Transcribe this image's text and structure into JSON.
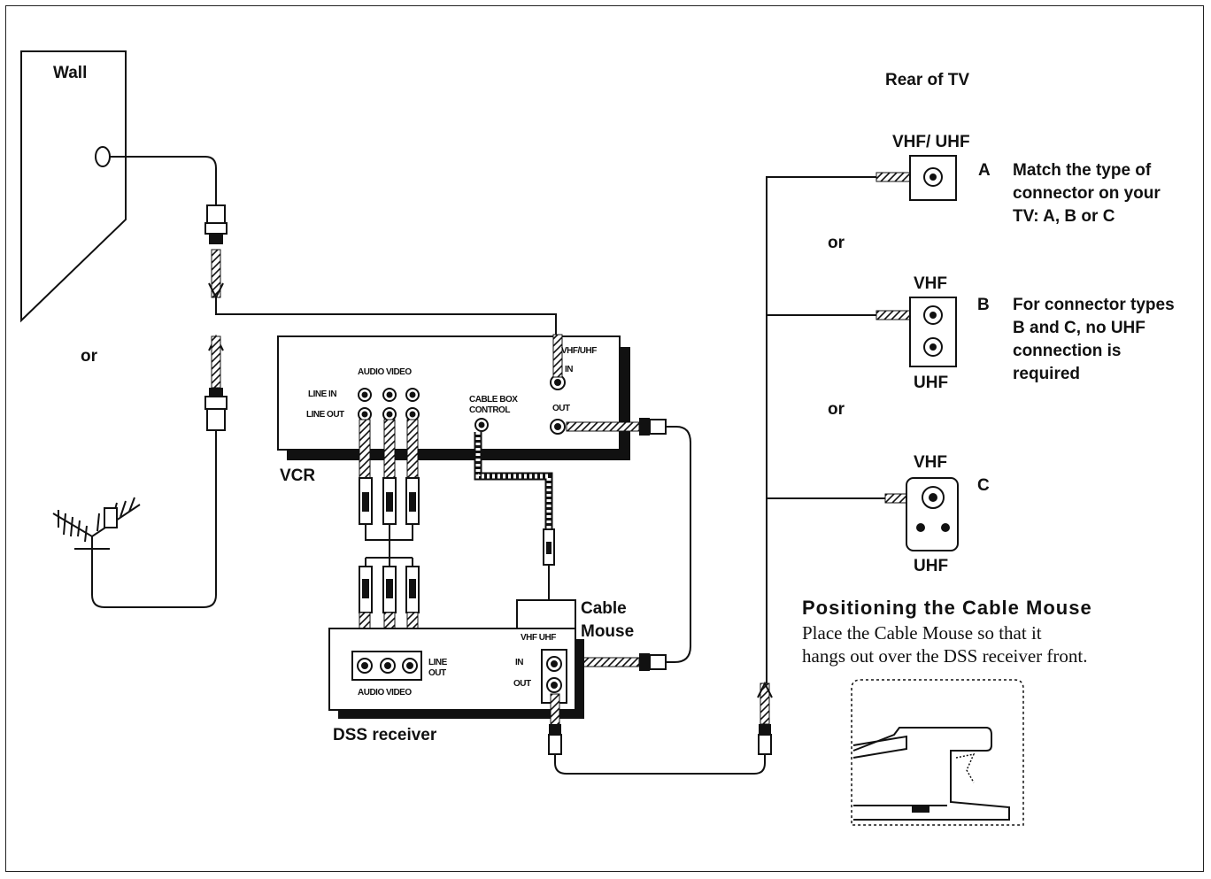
{
  "diagram": {
    "labels": {
      "wall": "Wall",
      "or_antenna": "or",
      "vcr": "VCR",
      "dss_receiver": "DSS receiver",
      "cable_mouse": "Cable\nMouse",
      "rear_of_tv": "Rear of TV",
      "or_1": "or",
      "or_2": "or"
    },
    "vcr_ports": {
      "audio_video": "AUDIO VIDEO",
      "line_in": "LINE IN",
      "line_out": "LINE OUT",
      "cable_box_control": "CABLE BOX\nCONTROL",
      "vhf_uhf": "VHF/UHF",
      "in": "IN",
      "out": "OUT"
    },
    "dss_ports": {
      "vhf_uhf": "VHF UHF",
      "line_out": "LINE\nOUT",
      "audio_video": "AUDIO VIDEO",
      "in": "IN",
      "out": "OUT"
    },
    "tv_connectors": [
      {
        "letter": "A",
        "top": "VHF/ UHF",
        "bottom": "",
        "note": "Match the type of\nconnector on your\nTV: A, B or C"
      },
      {
        "letter": "B",
        "top": "VHF",
        "bottom": "UHF",
        "note": "For connector types\nB and C, no UHF\nconnection is\nrequired"
      },
      {
        "letter": "C",
        "top": "VHF",
        "bottom": "UHF",
        "note": ""
      }
    ],
    "positioning": {
      "heading": "Positioning the Cable Mouse",
      "text": "Place the Cable Mouse so that it\nhangs out over the DSS receiver front."
    }
  }
}
